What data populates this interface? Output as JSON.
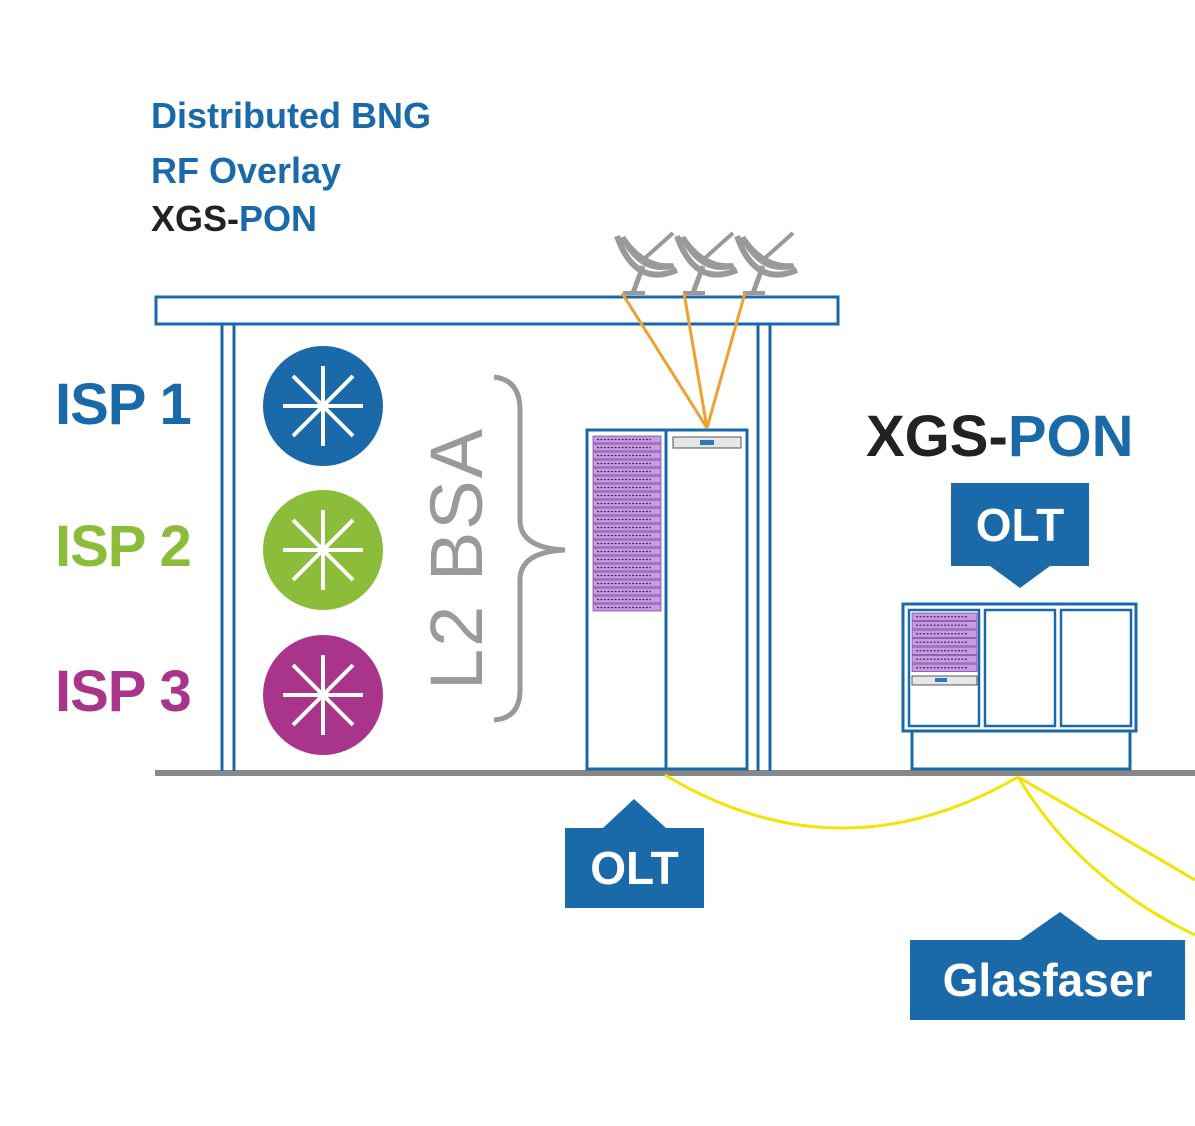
{
  "legend": {
    "line1": "Distributed BNG",
    "line2": "RF Overlay",
    "line3_part1": "XGS-",
    "line3_part2": "PON"
  },
  "isps": [
    {
      "label": "ISP 1",
      "color": "#1a6aaa"
    },
    {
      "label": "ISP 2",
      "color": "#8bbd3a"
    },
    {
      "label": "ISP 3",
      "color": "#a9358a"
    }
  ],
  "bracket_label": "L2 BSA",
  "right_title": {
    "part1": "XGS-",
    "part2": "PON"
  },
  "callouts": {
    "olt_right": "OLT",
    "olt_bottom": "OLT",
    "glasfaser": "Glasfaser"
  },
  "colors": {
    "brand_blue": "#1a6aaa",
    "fiber_yellow": "#f2e400",
    "link_orange": "#f0a030",
    "ground_gray": "#888888",
    "dish_gray": "#9a9a9a"
  },
  "icons": [
    "router-icon",
    "satellite-dish-icon",
    "olt-rack-icon"
  ]
}
